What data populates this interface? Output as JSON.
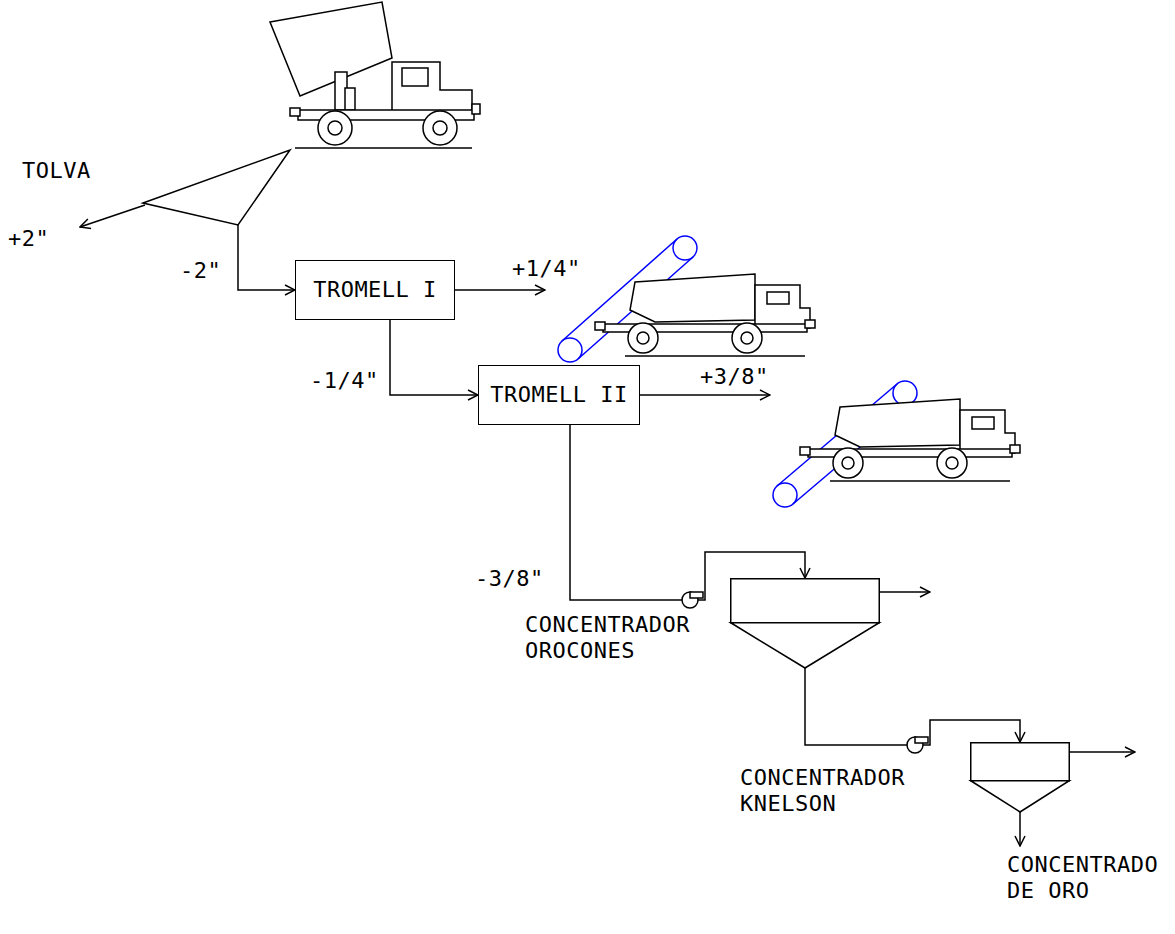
{
  "diagram": {
    "nodes": [
      {
        "text": [
          "TOLVA"
        ]
      },
      {
        "text": [
          "TROMELL I"
        ]
      },
      {
        "text": [
          "TROMELL II"
        ]
      },
      {
        "text": [
          "CONCENTRADOR OROCONES"
        ]
      },
      {
        "text": [
          "CONCENTRADOR KNELSON"
        ]
      }
    ],
    "edges": [
      {
        "from": 0,
        "to": 1,
        "arrow": "to",
        "label": "-2\""
      },
      {
        "from": 1,
        "to": 2,
        "arrow": "to",
        "label": "-1/4\""
      },
      {
        "from": 2,
        "to": 3,
        "arrow": "to",
        "label": "-3/8\""
      },
      {
        "from": 3,
        "to": 4,
        "arrow": "to"
      }
    ],
    "labels": [
      "+2\"",
      "+1/4\"",
      "+3/8\"",
      "CONCENTRADO DE ORO"
    ]
  }
}
